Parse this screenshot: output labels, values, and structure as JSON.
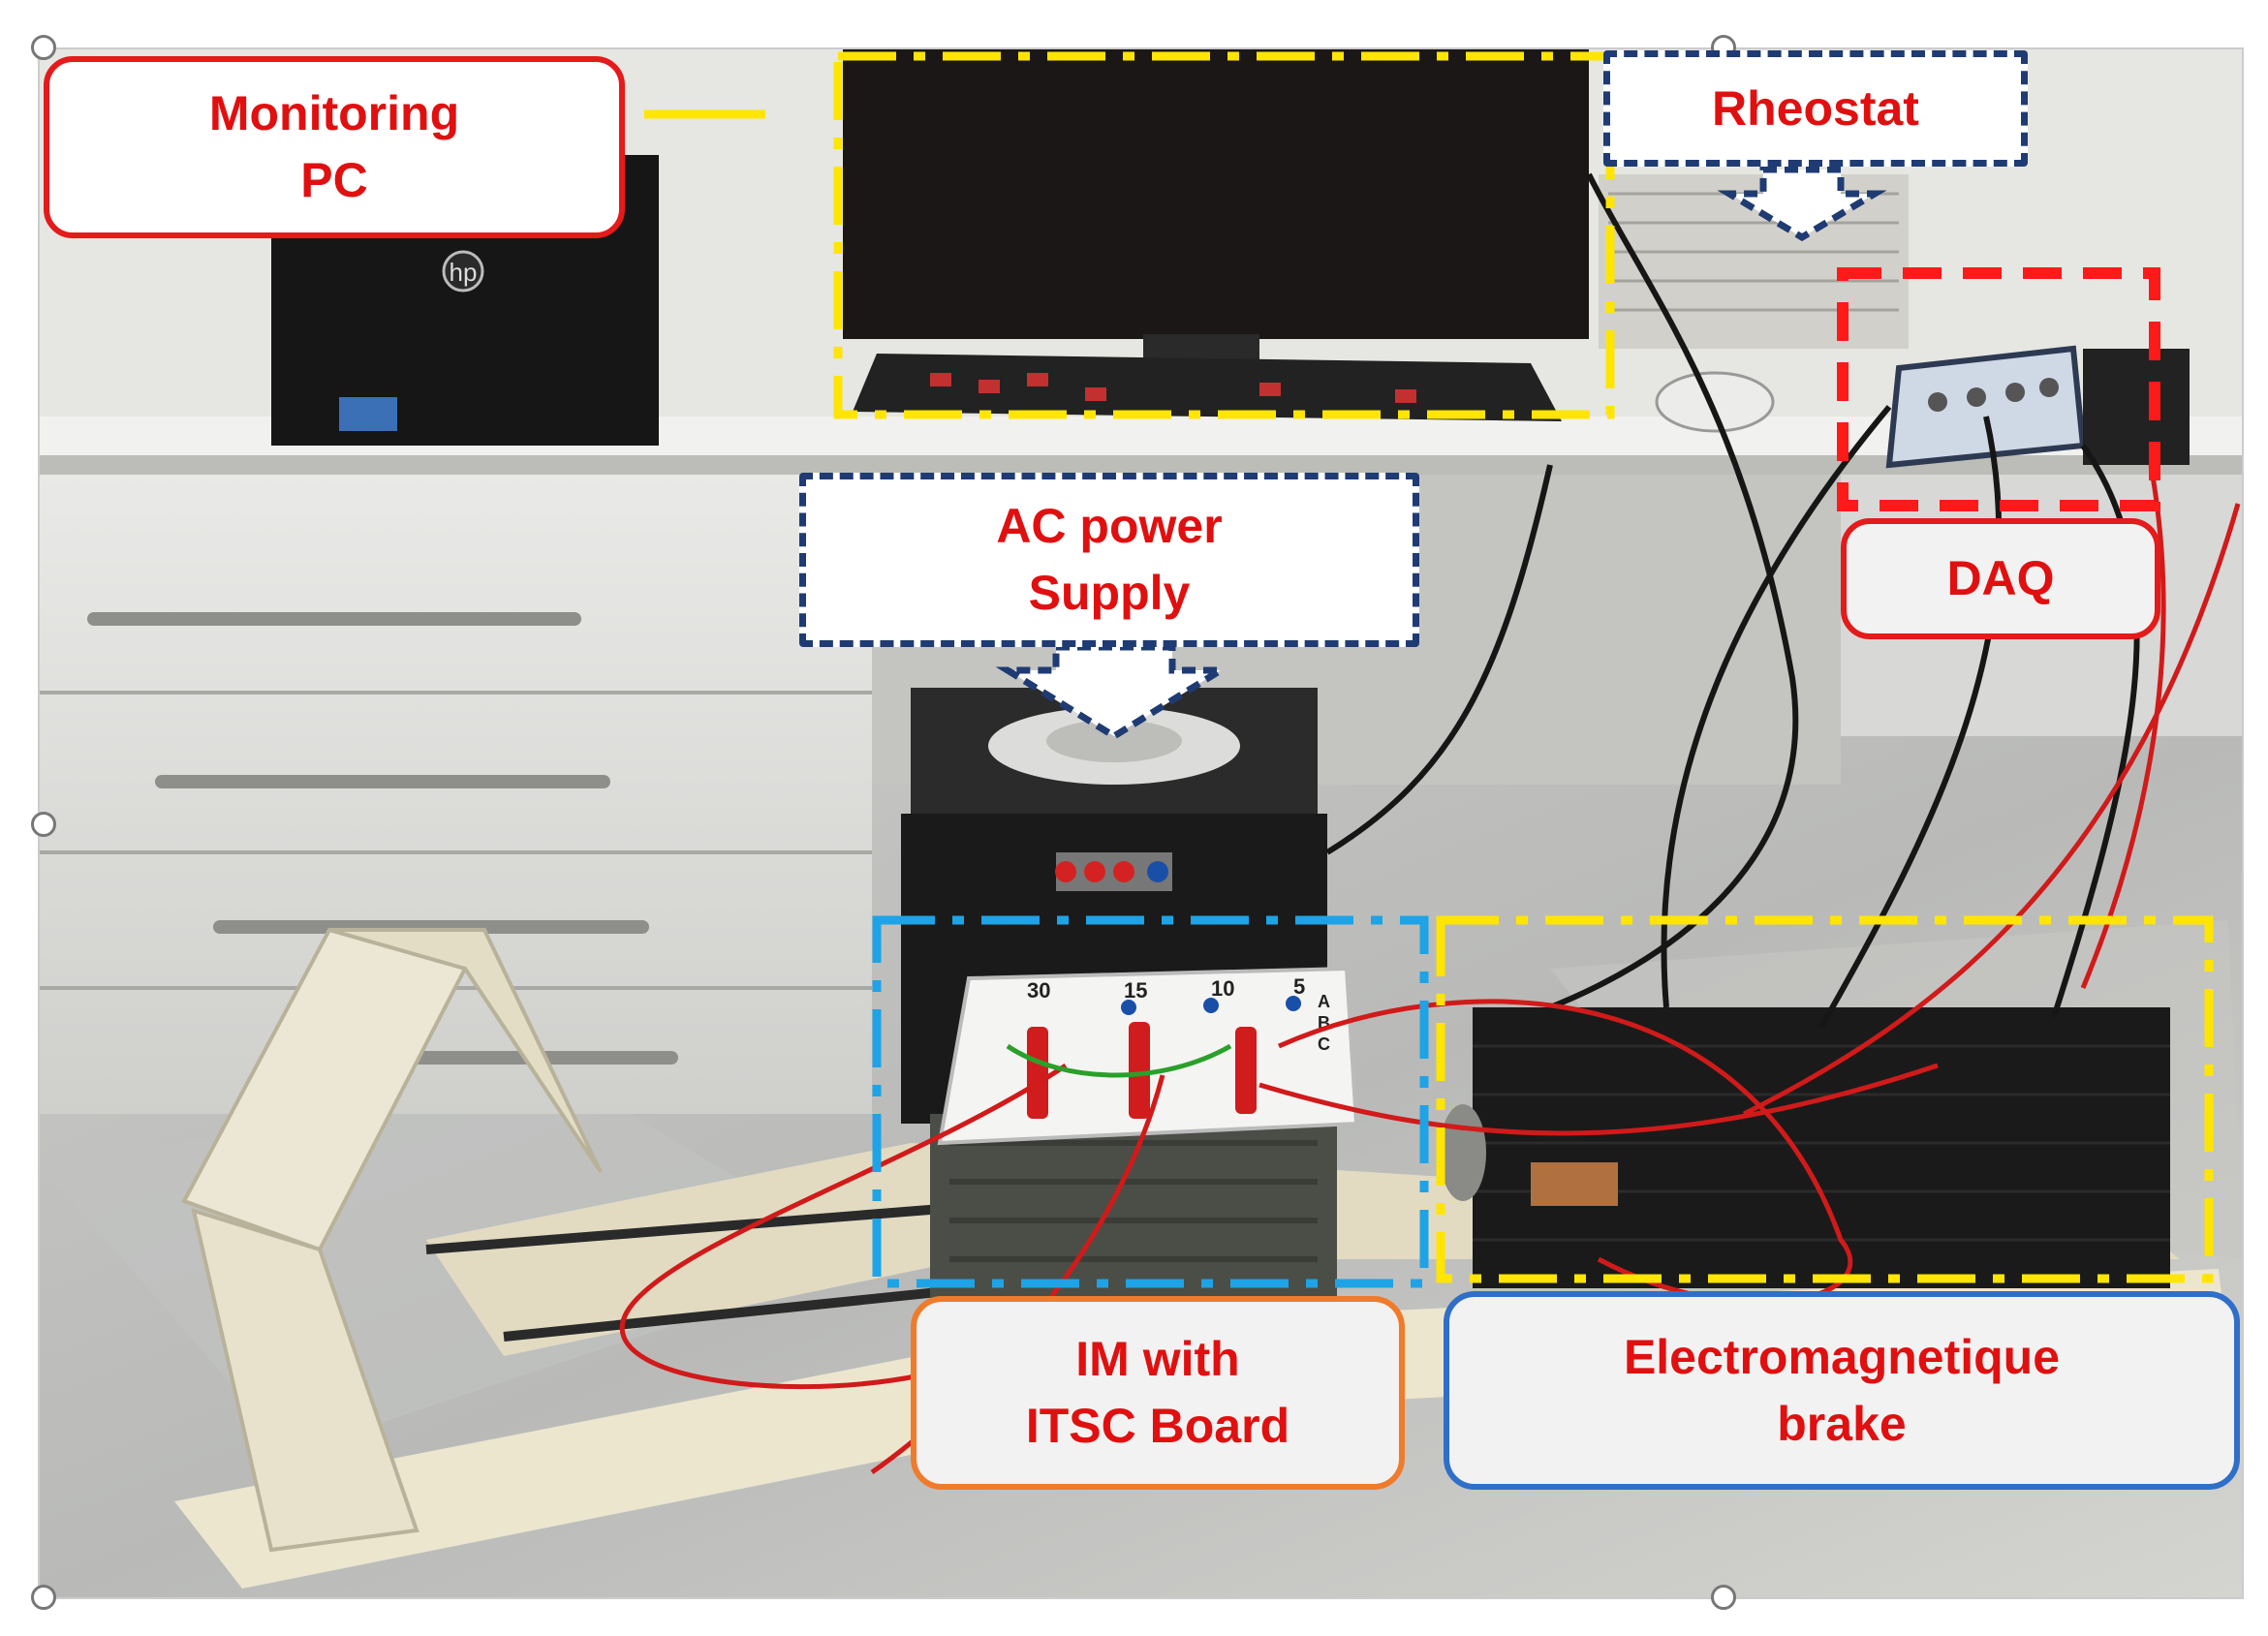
{
  "image": {
    "colors": {
      "region_monitoring": "#ffe500",
      "region_rheostat": "#1f3b73",
      "region_daq": "#ff1a1a",
      "region_ac_supply": "#1f3b73",
      "region_im": "#1ea3e6",
      "region_brake": "#ffe500",
      "label_text": "#e01010"
    }
  },
  "labels": {
    "monitoring_pc": [
      "Monitoring",
      "PC"
    ],
    "rheostat": [
      "Rheostat"
    ],
    "daq": [
      "DAQ"
    ],
    "ac_power_supply": [
      "AC power",
      "Supply"
    ],
    "im_itsc": [
      "IM with",
      "ITSC Board"
    ],
    "brake": [
      "Electromagnetique",
      "brake"
    ]
  },
  "equipment": {
    "pc_brand": "hp",
    "board_markings": [
      "30",
      "15",
      "10",
      "5"
    ],
    "phase_markings": [
      "A",
      "B",
      "C"
    ]
  }
}
